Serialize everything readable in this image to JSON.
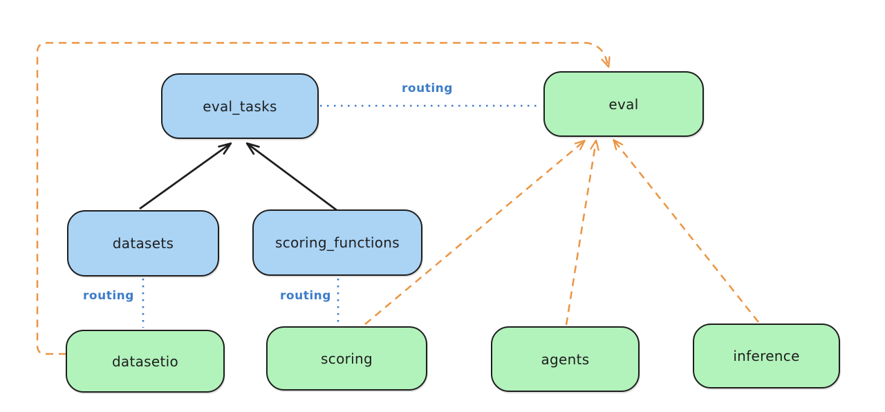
{
  "diagram": {
    "description": "Hand-drawn style architecture diagram of eval-related APIs routing to provider implementations",
    "colors": {
      "background": "#ffffff",
      "api_node_fill_blue": "#aad3f4",
      "provider_node_fill_green": "#b2f2bb",
      "node_border": "#1e1e1e",
      "solid_arrow_black": "#1e1e1e",
      "dashed_arrow_orange": "#eb9442",
      "dotted_line_blue": "#3d7cc9",
      "routing_label_blue": "#3d7cc9"
    },
    "nodes": {
      "eval_tasks": {
        "label": "eval_tasks",
        "color": "blue"
      },
      "eval": {
        "label": "eval",
        "color": "green"
      },
      "datasets": {
        "label": "datasets",
        "color": "blue"
      },
      "scoring_functions": {
        "label": "scoring_functions",
        "color": "blue"
      },
      "datasetio": {
        "label": "datasetio",
        "color": "green"
      },
      "scoring": {
        "label": "scoring",
        "color": "green"
      },
      "agents": {
        "label": "agents",
        "color": "green"
      },
      "inference": {
        "label": "inference",
        "color": "green"
      }
    },
    "edges": {
      "eval_tasks_to_eval": {
        "label": "routing",
        "style": "dotted-blue"
      },
      "datasets_to_datasetio": {
        "label": "routing",
        "style": "dotted-blue"
      },
      "scoring_functions_to_scoring": {
        "label": "routing",
        "style": "dotted-blue"
      },
      "datasets_to_eval_tasks": {
        "style": "solid-black-arrow"
      },
      "scoring_functions_to_eval_tasks": {
        "style": "solid-black-arrow"
      },
      "scoring_to_eval": {
        "style": "dashed-orange-arrow"
      },
      "agents_to_eval": {
        "style": "dashed-orange-arrow"
      },
      "inference_to_eval": {
        "style": "dashed-orange-arrow"
      },
      "datasetio_to_eval": {
        "style": "dashed-orange-arrow-loop"
      }
    }
  }
}
